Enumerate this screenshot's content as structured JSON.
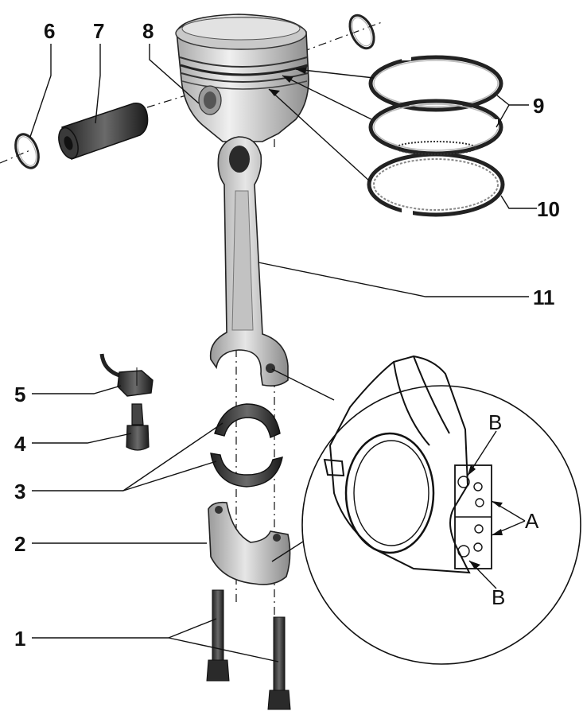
{
  "diagram": {
    "callouts": {
      "c1": "1",
      "c2": "2",
      "c3": "3",
      "c4": "4",
      "c5": "5",
      "c6": "6",
      "c7": "7",
      "c8": "8",
      "c9": "9",
      "c10": "10",
      "c11": "11"
    },
    "detail_labels": {
      "a": "A",
      "b_top": "B",
      "b_bottom": "B"
    }
  }
}
